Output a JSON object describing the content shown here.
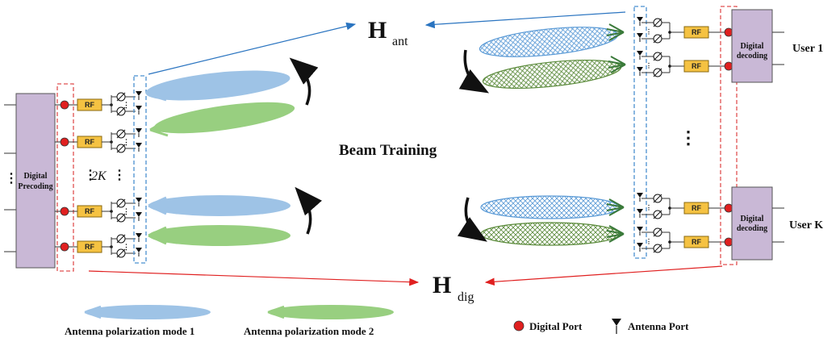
{
  "colors": {
    "block_fill": "#c9b8d6",
    "rf_fill": "#f5c242",
    "port_red": "#e02020",
    "beam_blue": "#9ec3e6",
    "beam_green": "#98cf80",
    "arrow_blue": "#2a74c0",
    "arrow_red": "#e02020",
    "dash_red": "#e05050",
    "dash_blue": "#4a90d0"
  },
  "icons": [
    "digital-port-icon",
    "antenna-port-icon",
    "vertical-ellipsis-icon",
    "curved-arrow-icon"
  ],
  "transmitter": {
    "block_label_line1": "Digital",
    "block_label_line2": "Precoding",
    "rf_label": "RF",
    "dots": "⋮",
    "antenna_count_label": "2K"
  },
  "receiver": {
    "block_label_line1": "Digital",
    "block_label_line2": "decoding",
    "rf_label": "RF",
    "user1_label": "User 1",
    "userk_label": "User K",
    "dots": "⋮"
  },
  "center": {
    "beam_training_label": "Beam Training",
    "h_ant_main": "H",
    "h_ant_sub": "ant",
    "h_dig_main": "H",
    "h_dig_sub": "dig"
  },
  "legend": {
    "mode1_label": "Antenna polarization mode 1",
    "mode2_label": "Antenna polarization mode 2",
    "digital_port_label": "Digital Port",
    "antenna_port_label": "Antenna Port"
  }
}
